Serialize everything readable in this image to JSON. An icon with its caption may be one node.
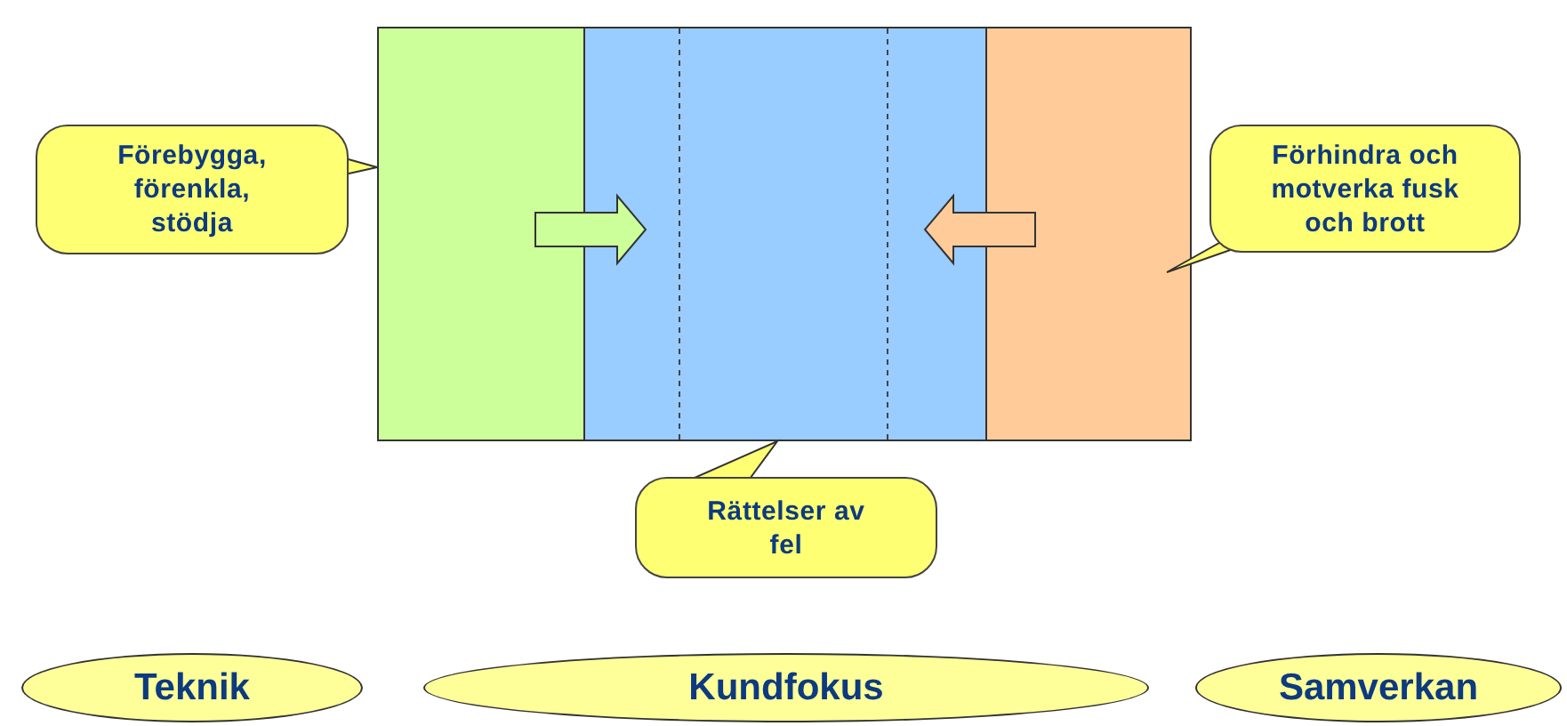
{
  "diagram": {
    "nodes": [
      {
        "text": [],
        "shape": "box"
      },
      {
        "text": [],
        "shape": "box"
      },
      {
        "text": [],
        "shape": "box"
      },
      {
        "text": [
          "Förebygga, förenkla, stödja"
        ]
      },
      {
        "text": [
          "Förhindra och motverka fusk och brott"
        ]
      },
      {
        "text": [
          "Rättelser av fel"
        ]
      },
      {
        "text": [
          "Teknik"
        ]
      },
      {
        "text": [
          "Kundfokus"
        ]
      },
      {
        "text": [
          "Samverkan"
        ]
      }
    ],
    "edges": [
      {
        "from": 0,
        "to": 1,
        "arrow": "to"
      },
      {
        "from": 2,
        "to": 1,
        "arrow": "to"
      },
      {
        "from": 3,
        "to": 0,
        "arrow": "none"
      },
      {
        "from": 4,
        "to": 2,
        "arrow": "none"
      },
      {
        "from": 5,
        "to": 1,
        "arrow": "none"
      }
    ]
  }
}
